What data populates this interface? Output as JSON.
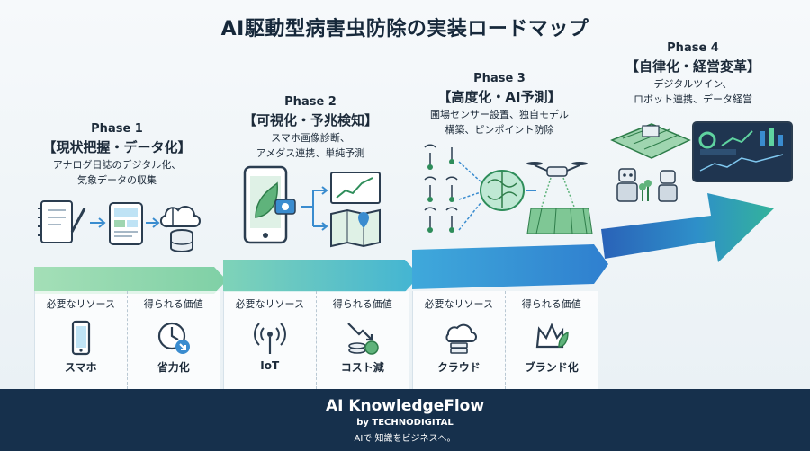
{
  "title": "AI駆動型病害虫防除の実装ロードマップ",
  "phases": [
    {
      "name": "Phase 1",
      "title": "【現状把握・データ化】",
      "desc1": "アナログ日誌のデジタル化、",
      "desc2": "気象データの収集"
    },
    {
      "name": "Phase 2",
      "title": "【可視化・予兆検知】",
      "desc1": "スマホ画像診断、",
      "desc2": "アメダス連携、単純予測"
    },
    {
      "name": "Phase 3",
      "title": "【高度化・AI予測】",
      "desc1": "圃場センサー設置、独自モデル",
      "desc2": "構築、ピンポイント防除"
    },
    {
      "name": "Phase 4",
      "title": "【自律化・経営変革】",
      "desc1": "デジタルツイン、",
      "desc2": "ロボット連携、データ経営"
    }
  ],
  "boxes": [
    {
      "resource_head": "必要なリソース",
      "value_head": "得られる価値",
      "resource": "スマホ",
      "value": "省力化",
      "resource_icon": "smartphone-icon",
      "value_icon": "clock-icon"
    },
    {
      "resource_head": "必要なリソース",
      "value_head": "得られる価値",
      "resource": "IoT",
      "value": "コスト減",
      "resource_icon": "iot-antenna-icon",
      "value_icon": "coins-down-icon"
    },
    {
      "resource_head": "必要なリソース",
      "value_head": "得られる価値",
      "resource": "クラウド",
      "value": "ブランド化",
      "resource_icon": "cloud-server-icon",
      "value_icon": "crown-icon"
    }
  ],
  "footer": {
    "brand": "AI KnowledgeFlow",
    "by": "by TECHNODIGITAL",
    "tagline": "AIで 知識をビジネスへ。"
  },
  "colors": {
    "arrow_start": "#8fd6a8",
    "arrow_mid": "#3ba9d6",
    "arrow_end": "#1f5fb0",
    "footer_bg": "#16304c"
  }
}
